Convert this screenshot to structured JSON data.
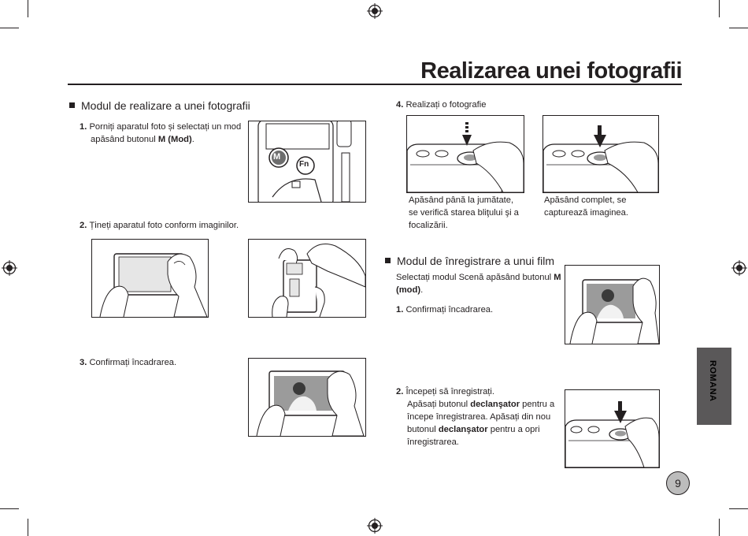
{
  "page": {
    "title": "Realizarea unei fotografii",
    "page_number": "9",
    "side_tab": "ROMANA"
  },
  "left": {
    "heading": "Modul de realizare a unei fotografii",
    "step1": {
      "num": "1.",
      "line1": "Porniți aparatul foto și selectați un mod",
      "line2_pre": "apăsând butonul ",
      "line2_bold": "M (Mod)",
      "line2_post": "."
    },
    "step1_buttons": {
      "m": "M",
      "fn": "Fn"
    },
    "step2": {
      "num": "2.",
      "text": "Țineți aparatul foto conform imaginilor."
    },
    "step3": {
      "num": "3.",
      "text": "Confirmați încadrarea."
    }
  },
  "right": {
    "step4": {
      "num": "4.",
      "text": "Realizați o fotografie"
    },
    "caption_half": [
      "Apăsând până la jumătate,",
      "se verifică starea bliţului şi a",
      "focalizării."
    ],
    "caption_full": [
      "Apăsând complet, se",
      "capturează imaginea."
    ],
    "movie_heading": "Modul de înregistrare a unui film",
    "movie_intro_pre": "Selectați modul Scenă apăsând butonul ",
    "movie_intro_bold1": "M",
    "movie_intro_bold2": "(mod)",
    "movie_intro_post": ".",
    "movie_step1": {
      "num": "1.",
      "text": "Confirmați încadrarea."
    },
    "movie_step2": {
      "num": "2.",
      "line1": "Începeți să înregistrați.",
      "line2_pre": "Apăsați butonul ",
      "line2_bold": "declanşator",
      "line2_post": " pentru a",
      "line3": "începe înregistrarea. Apăsați din nou",
      "line4_pre": "butonul ",
      "line4_bold": "declanşator",
      "line4_post": " pentru a opri",
      "line5": "înregistrarea."
    }
  }
}
